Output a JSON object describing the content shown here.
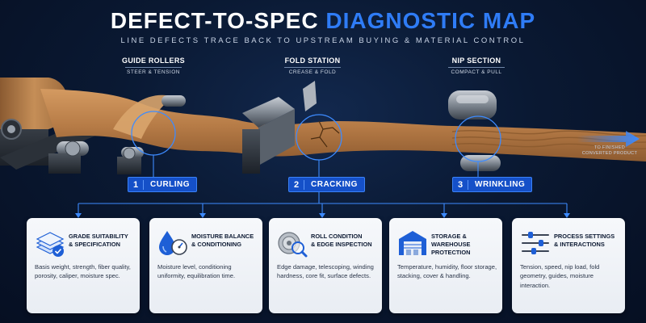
{
  "title_part1": "DEFECT-TO-SPEC",
  "title_part2": "DIAGNOSTIC MAP",
  "subtitle": "LINE DEFECTS TRACE BACK TO UPSTREAM BUYING & MATERIAL CONTROL",
  "stations": [
    {
      "title": "GUIDE ROLLERS",
      "subtitle": "STEER & TENSION"
    },
    {
      "title": "FOLD STATION",
      "subtitle": "CREASE & FOLD"
    },
    {
      "title": "NIP SECTION",
      "subtitle": "COMPACT & PULL"
    }
  ],
  "defects": [
    {
      "number": "1",
      "label": "CURLING"
    },
    {
      "number": "2",
      "label": "CRACKING"
    },
    {
      "number": "3",
      "label": "WRINKLING"
    }
  ],
  "output_label_line1": "TO FINISHED",
  "output_label_line2": "CONVERTED PRODUCT",
  "cards": [
    {
      "icon": "stacked-sheets-check-icon",
      "title_line1": "GRADE SUITABILITY",
      "title_line2": "& SPECIFICATION",
      "description": "Basis weight, strength, fiber quality, porosity, caliper, moisture spec."
    },
    {
      "icon": "water-drop-gauge-icon",
      "title_line1": "MOISTURE BALANCE",
      "title_line2": "& CONDITIONING",
      "description": "Moisture level, conditioning uniformity, equilibration time."
    },
    {
      "icon": "roll-magnifier-icon",
      "title_line1": "ROLL CONDITION",
      "title_line2": "& EDGE INSPECTION",
      "description": "Edge damage, telescoping, winding hardness, core fit, surface defects."
    },
    {
      "icon": "warehouse-icon",
      "title_line1": "STORAGE & WAREHOUSE",
      "title_line2": "PROTECTION",
      "description": "Temperature, humidity, floor storage, stacking, cover & handling."
    },
    {
      "icon": "slider-settings-icon",
      "title_line1": "PROCESS SETTINGS",
      "title_line2": "& INTERACTIONS",
      "description": "Tension, speed, nip load, fold geometry, guides, moisture interaction."
    }
  ],
  "colors": {
    "accent": "#2f7cf6",
    "badge": "#1550c8",
    "kraft": "#c08a55",
    "background": "#0a1933"
  }
}
